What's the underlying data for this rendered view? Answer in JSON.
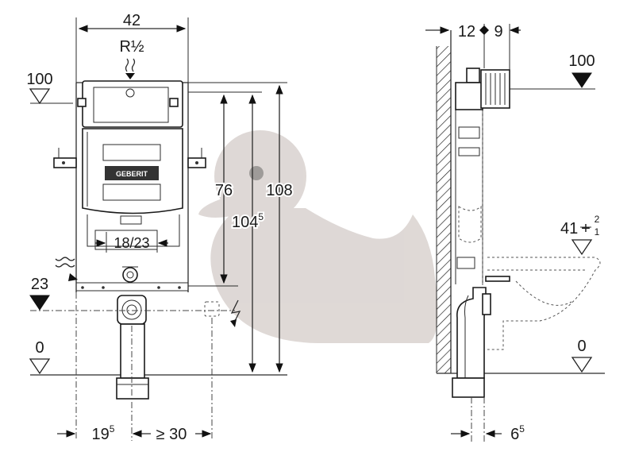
{
  "colors": {
    "line": "#2b2b2b",
    "duck_watermark": "#d9d2cf",
    "badge": "#333333"
  },
  "front_view": {
    "width_top": "42",
    "thread": "R½",
    "level_100": "100",
    "height_76": "76",
    "height_1045_main": "104",
    "height_1045_sup": "5",
    "height_108": "108",
    "flush_plate_range": "18/23",
    "level_23": "23",
    "level_0": "0",
    "offset_195_main": "19",
    "offset_195_sup": "5",
    "min_distance": "≥ 30",
    "brand_badge": "GEBERIT",
    "icons": [
      "water-supply-icon",
      "electrical-power-icon",
      "wave-icon"
    ]
  },
  "side_view": {
    "depth_12": "12",
    "depth_9": "9",
    "level_100": "100",
    "level_41": "41",
    "tol_plus": "+",
    "tol_minus": "−",
    "tol_upper": "2",
    "tol_lower": "1",
    "level_0": "0",
    "offset_65_main": "6",
    "offset_65_sup": "5"
  }
}
